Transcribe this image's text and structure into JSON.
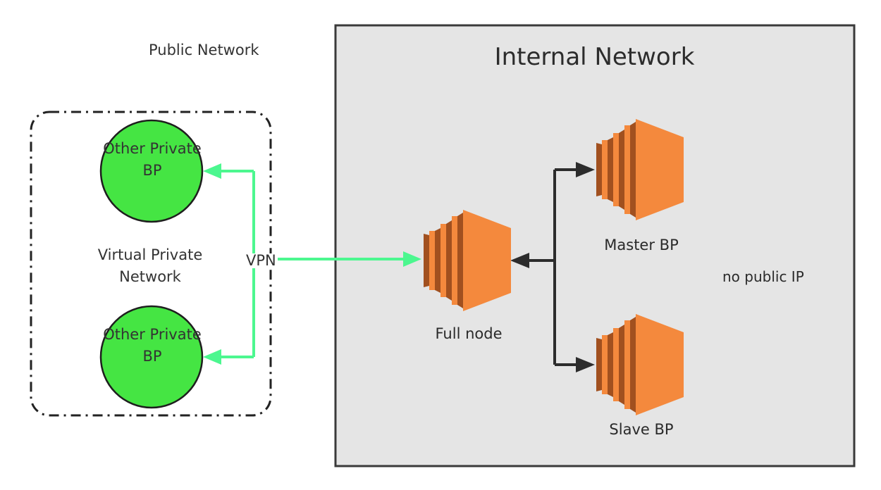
{
  "labels": {
    "public_network": "Public Network",
    "internal_network": "Internal Network",
    "vpn_group": "Virtual Private Network",
    "vpn": "VPN",
    "no_public_ip": "no public IP"
  },
  "private_bps": [
    {
      "label": "Other Private BP"
    },
    {
      "label": "Other Private BP"
    }
  ],
  "servers": {
    "full_node": "Full node",
    "master": "Master BP",
    "slave": "Slave BP"
  },
  "colors": {
    "internal_bg": "#e5e5e5",
    "private_bp_fill": "#45e543",
    "vpn_line": "#4cf78f",
    "server_orange": "#f4893d",
    "server_dark": "#a1501f",
    "arrow_dark": "#2c2c2c"
  }
}
